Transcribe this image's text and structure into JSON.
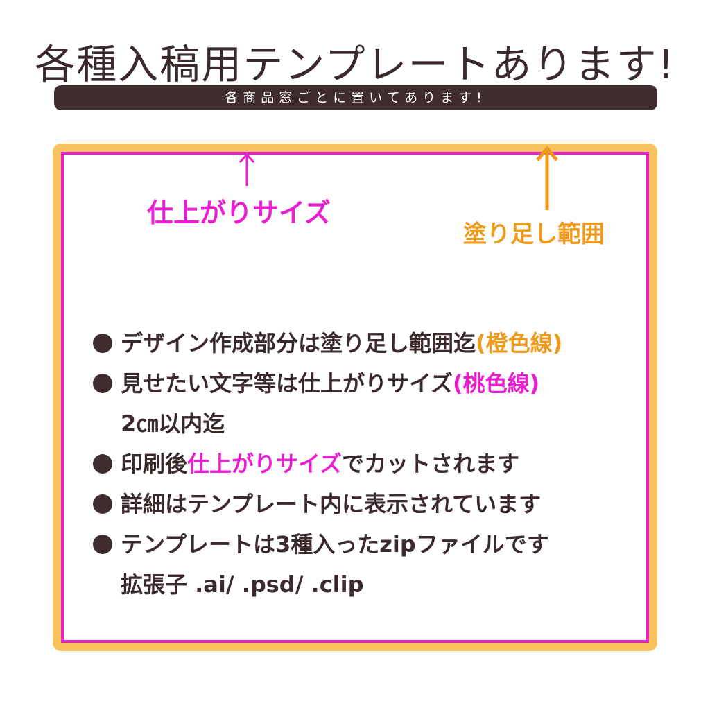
{
  "header": {
    "title": "各種入稿用テンプレートあります!",
    "subtitle": "各商品窓ごとに置いてあります!"
  },
  "colors": {
    "trim_line": "#e81ed0",
    "bleed_line": "#f8c35f",
    "dark": "#3e2c2e"
  },
  "labels": {
    "trim_size": "仕上がりサイズ",
    "bleed_area": "塗り足し範囲"
  },
  "notes": {
    "n1": {
      "text": "デザイン作成部分は塗り足し範囲迄",
      "accent": "(橙色線)"
    },
    "n2": {
      "text": "見せたい文字等は仕上がりサイズ",
      "accent": "(桃色線)",
      "cont": "2㎝以内迄"
    },
    "n3": {
      "pre": "印刷後",
      "accent": "仕上がりサイズ",
      "post": "でカットされます"
    },
    "n4": {
      "text": "詳細はテンプレート内に表示されています"
    },
    "n5": {
      "text": "テンプレートは3種入ったzipファイルです",
      "cont": "拡張子 .ai/ .psd/ .clip"
    }
  }
}
